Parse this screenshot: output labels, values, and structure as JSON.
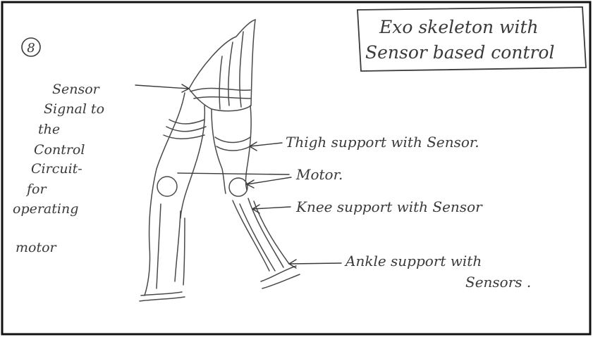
{
  "figure_number": "8",
  "title_lines": [
    "Exo skeleton with",
    "Sensor based control"
  ],
  "left_label_lines": [
    "Sensor",
    "Signal to",
    "the",
    "Control",
    "Circuit-",
    "for",
    "operating",
    "motor"
  ],
  "labels": {
    "thigh": "Thigh support with Sensor.",
    "motor": "Motor.",
    "knee": "Knee support with Sensor",
    "ankle_line1": "Ankle support with",
    "ankle_line2": "Sensors ."
  },
  "colors": {
    "ink": "#3a3a3a",
    "frame": "#111111",
    "paper": "#ffffff"
  }
}
